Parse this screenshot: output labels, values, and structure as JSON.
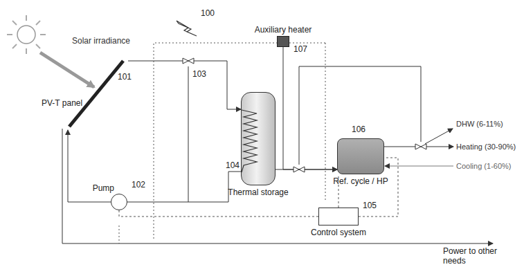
{
  "diagram": {
    "nodes": [
      {
        "text": [
          "PV-T panel"
        ]
      },
      {
        "text": [
          "Pump"
        ]
      },
      {
        "text": [
          "Thermal storage"
        ]
      },
      {
        "text": [
          "Auxiliary heater"
        ]
      },
      {
        "text": [
          "Ref. cycle / HP"
        ]
      },
      {
        "text": [
          "Control system"
        ]
      }
    ],
    "edges": [
      {
        "from": 0,
        "to": 2,
        "arrow": "to"
      },
      {
        "from": 2,
        "to": 1,
        "arrow": "none"
      },
      {
        "from": 1,
        "to": 0,
        "arrow": "to"
      },
      {
        "from": 2,
        "to": 4,
        "arrow": "to"
      },
      {
        "from": 3,
        "to": 4,
        "arrow": "to"
      },
      {
        "from": 5,
        "to": 4,
        "arrow": "none"
      },
      {
        "from": 5,
        "to": 1,
        "arrow": "none"
      }
    ],
    "labels": [
      "Solar irradiance",
      "100",
      "101",
      "103",
      "104",
      "DHW (6-11%)",
      "Heating (30-90%)",
      "Cooling (1-60%)",
      "102",
      "107",
      "106",
      "105",
      "Power to other needs"
    ]
  }
}
